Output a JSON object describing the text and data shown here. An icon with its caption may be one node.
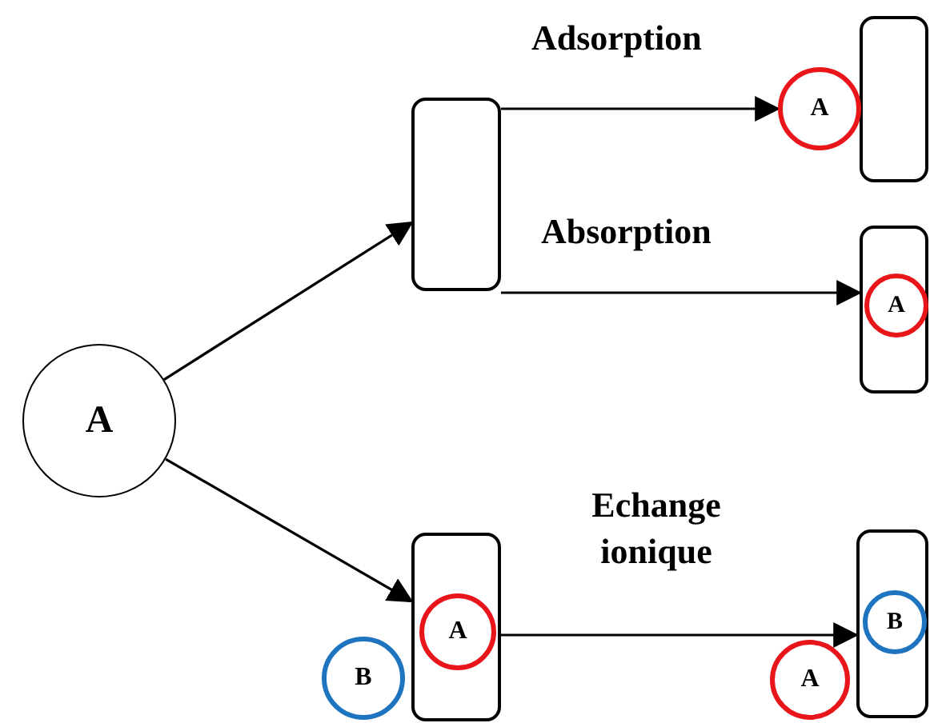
{
  "diagram": {
    "nodes": [
      {
        "text": [
          "A"
        ]
      },
      {
        "text": [],
        "shape": "box"
      },
      {
        "text": [],
        "shape": "box"
      },
      {
        "text": [
          "A"
        ],
        "in": 2
      },
      {
        "text": [
          "B"
        ]
      },
      {
        "text": [],
        "shape": "box"
      },
      {
        "text": [
          "A"
        ]
      },
      {
        "text": [],
        "shape": "box"
      },
      {
        "text": [
          "A"
        ],
        "in": 7
      },
      {
        "text": [],
        "shape": "box"
      },
      {
        "text": [
          "B"
        ],
        "in": 9
      },
      {
        "text": [
          "A"
        ]
      }
    ],
    "edges": [
      {
        "from": 0,
        "to": 1,
        "arrow": "to"
      },
      {
        "from": 0,
        "to": 2,
        "arrow": "to"
      },
      {
        "from": 1,
        "to": 6,
        "arrow": "to",
        "label": "Adsorption"
      },
      {
        "from": 1,
        "to": 7,
        "arrow": "to",
        "label": "Absorption"
      },
      {
        "from": 2,
        "to": 9,
        "arrow": "to",
        "label": "Echange ionique"
      }
    ]
  }
}
